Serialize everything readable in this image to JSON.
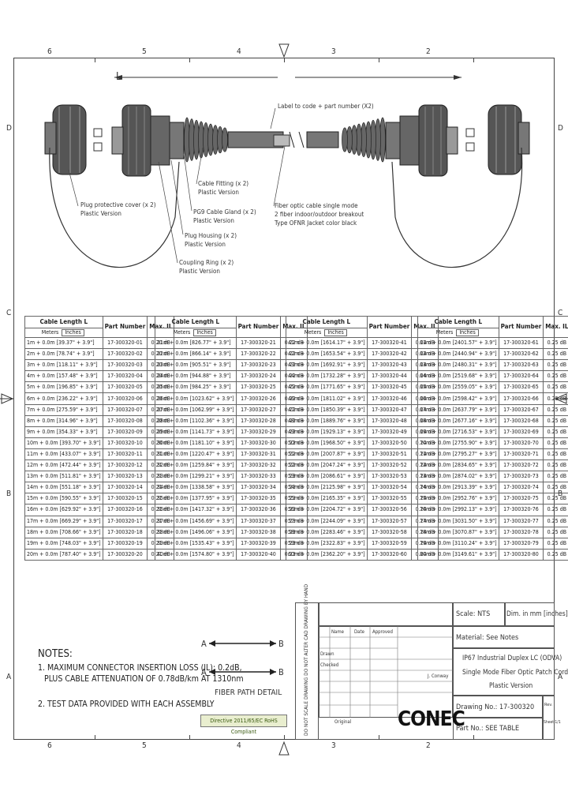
{
  "zones": {
    "top": [
      "6",
      "5",
      "4",
      "3",
      "2"
    ],
    "bottom": [
      "6",
      "5",
      "4",
      "3",
      "2"
    ],
    "left": [
      "D",
      "C",
      "B",
      "A"
    ],
    "right": [
      "D",
      "C",
      "B",
      "A"
    ]
  },
  "drawing": {
    "length_label": "L",
    "callouts": {
      "label": "Label to code + part number (X2)",
      "cable_fitting": [
        "Cable Fitting (x 2)",
        "Plastic Version"
      ],
      "pg9_gland": [
        "PG9 Cable Gland (x 2)",
        "Plastic Version"
      ],
      "plug_housing": [
        "Plug Housing (x 2)",
        "Plastic Version"
      ],
      "coupling_ring": [
        "Coupling Ring (x 2)",
        "Plastic Version"
      ],
      "protective_cover": [
        "Plug protective cover (x 2)",
        "Plastic Version"
      ],
      "fiber_cable": [
        "Fiber optic cable single mode",
        "2 fiber indoor/outdoor breakout",
        "Type OFNR Jacket color black"
      ]
    }
  },
  "tables": [
    {
      "header": {
        "cable_length": "Cable Length L",
        "meters": "Meters",
        "inches": "Inches",
        "part_number": "Part Number",
        "max_il": "Max. IL"
      },
      "rows": [
        [
          "1m + 0.0m",
          "[39.37\" + 3.9\"]",
          "17-300320-01",
          "0.20 dB"
        ],
        [
          "2m + 0.0m",
          "[78.74\" + 3.9\"]",
          "17-300320-02",
          "0.20 dB"
        ],
        [
          "3m + 0.0m",
          "[118.11\" + 3.9\"]",
          "17-300320-03",
          "0.20 dB"
        ],
        [
          "4m + 0.0m",
          "[157.48\" + 3.9\"]",
          "17-300320-04",
          "0.20 dB"
        ],
        [
          "5m + 0.0m",
          "[196.85\" + 3.9\"]",
          "17-300320-05",
          "0.20 dB"
        ],
        [
          "6m + 0.0m",
          "[236.22\" + 3.9\"]",
          "17-300320-06",
          "0.20 dB"
        ],
        [
          "7m + 0.0m",
          "[275.59\" + 3.9\"]",
          "17-300320-07",
          "0.20 dB"
        ],
        [
          "8m + 0.0m",
          "[314.96\" + 3.9\"]",
          "17-300320-08",
          "0.20 dB"
        ],
        [
          "9m + 0.0m",
          "[354.33\" + 3.9\"]",
          "17-300320-09",
          "0.20 dB"
        ],
        [
          "10m + 0.0m",
          "[393.70\" + 3.9\"]",
          "17-300320-10",
          "0.20 dB"
        ],
        [
          "11m + 0.0m",
          "[433.07\" + 3.9\"]",
          "17-300320-11",
          "0.21 dB"
        ],
        [
          "12m + 0.0m",
          "[472.44\" + 3.9\"]",
          "17-300320-12",
          "0.21 dB"
        ],
        [
          "13m + 0.0m",
          "[511.81\" + 3.9\"]",
          "17-300320-13",
          "0.21 dB"
        ],
        [
          "14m + 0.0m",
          "[551.18\" + 3.9\"]",
          "17-300320-14",
          "0.21 dB"
        ],
        [
          "15m + 0.0m",
          "[590.55\" + 3.9\"]",
          "17-300320-15",
          "0.21 dB"
        ],
        [
          "16m + 0.0m",
          "[629.92\" + 3.9\"]",
          "17-300320-16",
          "0.21 dB"
        ],
        [
          "17m + 0.0m",
          "[669.29\" + 3.9\"]",
          "17-300320-17",
          "0.21 dB"
        ],
        [
          "18m + 0.0m",
          "[708.66\" + 3.9\"]",
          "17-300320-18",
          "0.21 dB"
        ],
        [
          "19m + 0.0m",
          "[748.03\" + 3.9\"]",
          "17-300320-19",
          "0.21 dB"
        ],
        [
          "20m + 0.0m",
          "[787.40\" + 3.9\"]",
          "17-300320-20",
          "0.21 dB"
        ]
      ]
    },
    {
      "header": {
        "cable_length": "Cable Length L",
        "meters": "Meters",
        "inches": "Inches",
        "part_number": "Part Number",
        "max_il": "Max. IL"
      },
      "rows": [
        [
          "21m + 0.0m",
          "[826.77\" + 3.9\"]",
          "17-300320-21",
          "0.22 dB"
        ],
        [
          "22m + 0.0m",
          "[866.14\" + 3.9\"]",
          "17-300320-22",
          "0.22 dB"
        ],
        [
          "23m + 0.0m",
          "[905.51\" + 3.9\"]",
          "17-300320-23",
          "0.22 dB"
        ],
        [
          "24m + 0.0m",
          "[944.88\" + 3.9\"]",
          "17-300320-24",
          "0.22 dB"
        ],
        [
          "25m + 0.0m",
          "[984.25\" + 3.9\"]",
          "17-300320-25",
          "0.22 dB"
        ],
        [
          "26m + 0.0m",
          "[1023.62\" + 3.9\"]",
          "17-300320-26",
          "0.22 dB"
        ],
        [
          "27m + 0.0m",
          "[1062.99\" + 3.9\"]",
          "17-300320-27",
          "0.22 dB"
        ],
        [
          "28m + 0.0m",
          "[1102.36\" + 3.9\"]",
          "17-300320-28",
          "0.22 dB"
        ],
        [
          "29m + 0.0m",
          "[1141.73\" + 3.9\"]",
          "17-300320-29",
          "0.22 dB"
        ],
        [
          "30m + 0.0m",
          "[1181.10\" + 3.9\"]",
          "17-300320-30",
          "0.22 dB"
        ],
        [
          "31m + 0.0m",
          "[1220.47\" + 3.9\"]",
          "17-300320-31",
          "0.22 dB"
        ],
        [
          "32m + 0.0m",
          "[1259.84\" + 3.9\"]",
          "17-300320-32",
          "0.22 dB"
        ],
        [
          "33m + 0.0m",
          "[1299.21\" + 3.9\"]",
          "17-300320-33",
          "0.23 dB"
        ],
        [
          "34m + 0.0m",
          "[1338.58\" + 3.9\"]",
          "17-300320-34",
          "0.23 dB"
        ],
        [
          "35m + 0.0m",
          "[1377.95\" + 3.9\"]",
          "17-300320-35",
          "0.23 dB"
        ],
        [
          "36m + 0.0m",
          "[1417.32\" + 3.9\"]",
          "17-300320-36",
          "0.23 dB"
        ],
        [
          "37m + 0.0m",
          "[1456.69\" + 3.9\"]",
          "17-300320-37",
          "0.23 dB"
        ],
        [
          "38m + 0.0m",
          "[1496.06\" + 3.9\"]",
          "17-300320-38",
          "0.23 dB"
        ],
        [
          "39m + 0.0m",
          "[1535.43\" + 3.9\"]",
          "17-300320-39",
          "0.23 dB"
        ],
        [
          "40m + 0.0m",
          "[1574.80\" + 3.9\"]",
          "17-300320-40",
          "0.23 dB"
        ]
      ]
    },
    {
      "header": {
        "cable_length": "Cable Length L",
        "meters": "Meters",
        "inches": "Inches",
        "part_number": "Part Number",
        "max_il": "Max. IL"
      },
      "rows": [
        [
          "41m + 0.0m",
          "[1614.17\" + 3.9\"]",
          "17-300320-41",
          "0.24 dB"
        ],
        [
          "42m + 0.0m",
          "[1653.54\" + 3.9\"]",
          "17-300320-42",
          "0.24 dB"
        ],
        [
          "43m + 0.0m",
          "[1692.91\" + 3.9\"]",
          "17-300320-43",
          "0.24 dB"
        ],
        [
          "44m + 0.0m",
          "[1732.28\" + 3.9\"]",
          "17-300320-44",
          "0.24 dB"
        ],
        [
          "45m + 0.0m",
          "[1771.65\" + 3.9\"]",
          "17-300320-45",
          "0.24 dB"
        ],
        [
          "46m + 0.0m",
          "[1811.02\" + 3.9\"]",
          "17-300320-46",
          "0.24 dB"
        ],
        [
          "47m + 0.0m",
          "[1850.39\" + 3.9\"]",
          "17-300320-47",
          "0.24 dB"
        ],
        [
          "48m + 0.0m",
          "[1889.76\" + 3.9\"]",
          "17-300320-48",
          "0.24 dB"
        ],
        [
          "49m + 0.0m",
          "[1929.13\" + 3.9\"]",
          "17-300320-49",
          "0.24 dB"
        ],
        [
          "50m + 0.0m",
          "[1968.50\" + 3.9\"]",
          "17-300320-50",
          "0.24 dB"
        ],
        [
          "51m + 0.0m",
          "[2007.87\" + 3.9\"]",
          "17-300320-51",
          "0.24 dB"
        ],
        [
          "52m + 0.0m",
          "[2047.24\" + 3.9\"]",
          "17-300320-52",
          "0.24 dB"
        ],
        [
          "53m + 0.0m",
          "[2086.61\" + 3.9\"]",
          "17-300320-53",
          "0.24 dB"
        ],
        [
          "54m + 0.0m",
          "[2125.98\" + 3.9\"]",
          "17-300320-54",
          "0.24 dB"
        ],
        [
          "55m + 0.0m",
          "[2165.35\" + 3.9\"]",
          "17-300320-55",
          "0.24 dB"
        ],
        [
          "56m + 0.0m",
          "[2204.72\" + 3.9\"]",
          "17-300320-56",
          "0.24 dB"
        ],
        [
          "57m + 0.0m",
          "[2244.09\" + 3.9\"]",
          "17-300320-57",
          "0.24 dB"
        ],
        [
          "58m + 0.0m",
          "[2283.46\" + 3.9\"]",
          "17-300320-58",
          "0.24 dB"
        ],
        [
          "59m + 0.0m",
          "[2322.83\" + 3.9\"]",
          "17-300320-59",
          "0.24 dB"
        ],
        [
          "60m + 0.0m",
          "[2362.20\" + 3.9\"]",
          "17-300320-60",
          "0.24 dB"
        ]
      ]
    },
    {
      "header": {
        "cable_length": "Cable Length L",
        "meters": "Meters",
        "inches": "Inches",
        "part_number": "Part Number",
        "max_il": "Max. IL"
      },
      "rows": [
        [
          "61m + 0.0m",
          "[2401.57\" + 3.9\"]",
          "17-300320-61",
          "0.25 dB"
        ],
        [
          "62m + 0.0m",
          "[2440.94\" + 3.9\"]",
          "17-300320-62",
          "0.25 dB"
        ],
        [
          "63m + 0.0m",
          "[2480.31\" + 3.9\"]",
          "17-300320-63",
          "0.25 dB"
        ],
        [
          "64m + 0.0m",
          "[2519.68\" + 3.9\"]",
          "17-300320-64",
          "0.25 dB"
        ],
        [
          "65m + 0.0m",
          "[2559.05\" + 3.9\"]",
          "17-300320-65",
          "0.25 dB"
        ],
        [
          "66m + 0.0m",
          "[2598.42\" + 3.9\"]",
          "17-300320-66",
          "0.25 dB"
        ],
        [
          "67m + 0.0m",
          "[2637.79\" + 3.9\"]",
          "17-300320-67",
          "0.25 dB"
        ],
        [
          "68m + 0.0m",
          "[2677.16\" + 3.9\"]",
          "17-300320-68",
          "0.25 dB"
        ],
        [
          "69m + 0.0m",
          "[2716.53\" + 3.9\"]",
          "17-300320-69",
          "0.25 dB"
        ],
        [
          "70m + 0.0m",
          "[2755.90\" + 3.9\"]",
          "17-300320-70",
          "0.25 dB"
        ],
        [
          "71m + 0.0m",
          "[2795.27\" + 3.9\"]",
          "17-300320-71",
          "0.25 dB"
        ],
        [
          "72m + 0.0m",
          "[2834.65\" + 3.9\"]",
          "17-300320-72",
          "0.25 dB"
        ],
        [
          "73m + 0.0m",
          "[2874.02\" + 3.9\"]",
          "17-300320-73",
          "0.25 dB"
        ],
        [
          "74m + 0.0m",
          "[2913.39\" + 3.9\"]",
          "17-300320-74",
          "0.25 dB"
        ],
        [
          "75m + 0.0m",
          "[2952.76\" + 3.9\"]",
          "17-300320-75",
          "0.25 dB"
        ],
        [
          "76m + 0.0m",
          "[2992.13\" + 3.9\"]",
          "17-300320-76",
          "0.25 dB"
        ],
        [
          "77m + 0.0m",
          "[3031.50\" + 3.9\"]",
          "17-300320-77",
          "0.25 dB"
        ],
        [
          "78m + 0.0m",
          "[3070.87\" + 3.9\"]",
          "17-300320-78",
          "0.25 dB"
        ],
        [
          "79m + 0.0m",
          "[3110.24\" + 3.9\"]",
          "17-300320-79",
          "0.25 dB"
        ],
        [
          "80m + 0.0m",
          "[3149.61\" + 3.9\"]",
          "17-300320-80",
          "0.25 dB"
        ]
      ]
    }
  ],
  "notes": {
    "title": "NOTES:",
    "items": [
      "1. MAXIMUM CONNECTOR INSERTION LOSS (IL): 0.2dB,",
      "PLUS CABLE ATTENUATION OF 0.78dB/km AT 1310nm",
      "2. TEST DATA PROVIDED WITH EACH ASSEMBLY"
    ]
  },
  "fiber_path": {
    "a": "A",
    "b": "B",
    "label": "FIBER PATH DETAIL"
  },
  "compliance": "Directive 2011/65/EC RoHS Compliant",
  "title_block": {
    "disclaimer": "DO NOT SCALE DRAWING  DO NOT ALTER CAD DRAWING BY HAND",
    "scale": "Scale: NTS",
    "dim": "Dim. in mm [inches]",
    "material": "Material: See Notes",
    "title_lines": [
      "IP67 Industrial Duplex LC (ODVA)",
      "Single Mode Fiber Optic Patch Cords",
      "Plastic Version"
    ],
    "drawing_no": "Drawing No.: 17-300320",
    "part_no": "Part No.: SEE TABLE",
    "brand": "CONEC",
    "small_cells": [
      "Name",
      "Date",
      "Approved",
      "Drawn",
      "Checked",
      "J. Conway",
      "Original",
      "Rev."
    ],
    "sheet": "Sheet 1/1"
  }
}
